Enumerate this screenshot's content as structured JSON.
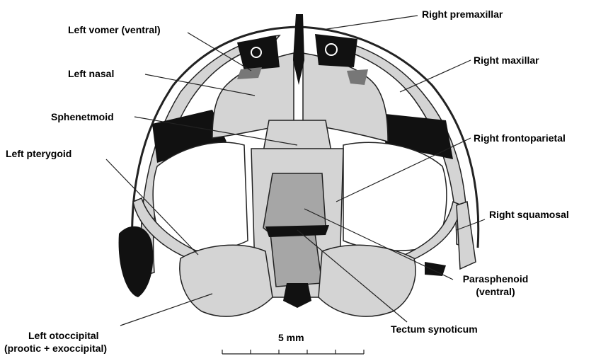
{
  "labels": {
    "left_vomer": "Left vomer (ventral)",
    "left_nasal": "Left nasal",
    "sphenetmoid": "Sphenetmoid",
    "left_pterygoid": "Left pterygoid",
    "left_otoccipital_1": "Left otoccipital",
    "left_otoccipital_2": "(prootic + exoccipital)",
    "right_premaxillar": "Right premaxillar",
    "right_maxillar": "Right maxillar",
    "right_frontoparietal": "Right frontoparietal",
    "right_squamosal": "Right squamosal",
    "parasphenoid_1": "Parasphenoid",
    "parasphenoid_2": "(ventral)",
    "tectum_synoticum": "Tectum synoticum"
  },
  "scale_bar": {
    "label": "5 mm",
    "ticks": 6
  },
  "colors": {
    "bone": "#d4d4d4",
    "parasphenoid": "#a6a6a6",
    "cartilage_dark": "#111111",
    "outline": "#222222"
  }
}
